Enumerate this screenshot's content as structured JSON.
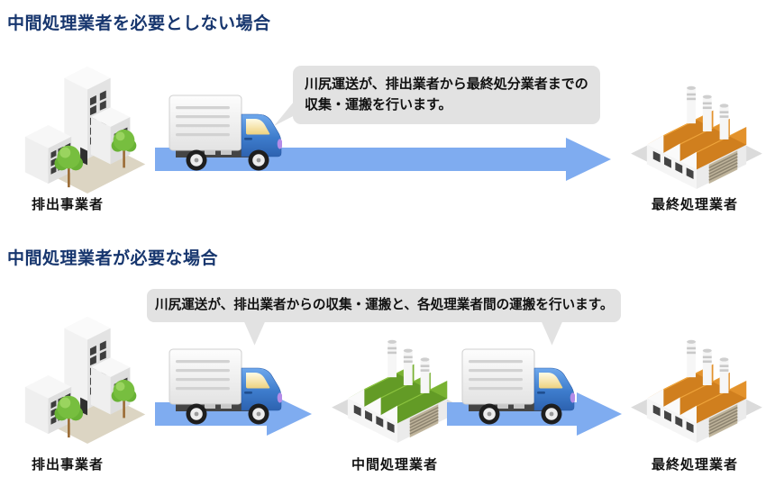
{
  "page": {
    "background": "#ffffff",
    "language": "ja"
  },
  "colors": {
    "title_navy": "#17366e",
    "arrow_blue": "#7facf0",
    "bubble_gray": "#e2e2e2",
    "label_black": "#111111",
    "factory_roof_orange": "#efa53c",
    "factory_roof_green": "#8cc43f",
    "truck_cab_blue": "#3d7ccc"
  },
  "sections": [
    {
      "title": "中間処理業者を必要としない場合",
      "bubble": {
        "line1": "川尻運送が、排出業者から最終処分業者までの",
        "line2": "収集・運搬を行います。"
      },
      "source": {
        "label": "排出事業者",
        "icon": "office-building-icon"
      },
      "destination": {
        "label": "最終処理業者",
        "icon": "factory-orange-icon"
      },
      "vehicle": {
        "icon": "truck-icon"
      }
    },
    {
      "title": "中間処理業者が必要な場合",
      "bubble": {
        "line1": "川尻運送が、排出業者からの収集・運搬と、各処理業者間の運搬を行います。"
      },
      "source": {
        "label": "排出事業者",
        "icon": "office-building-icon"
      },
      "intermediate": {
        "label": "中間処理業者",
        "icon": "factory-green-icon"
      },
      "destination": {
        "label": "最終処理業者",
        "icon": "factory-orange-icon"
      },
      "vehicles": [
        {
          "icon": "truck-icon"
        },
        {
          "icon": "truck-icon"
        }
      ]
    }
  ]
}
